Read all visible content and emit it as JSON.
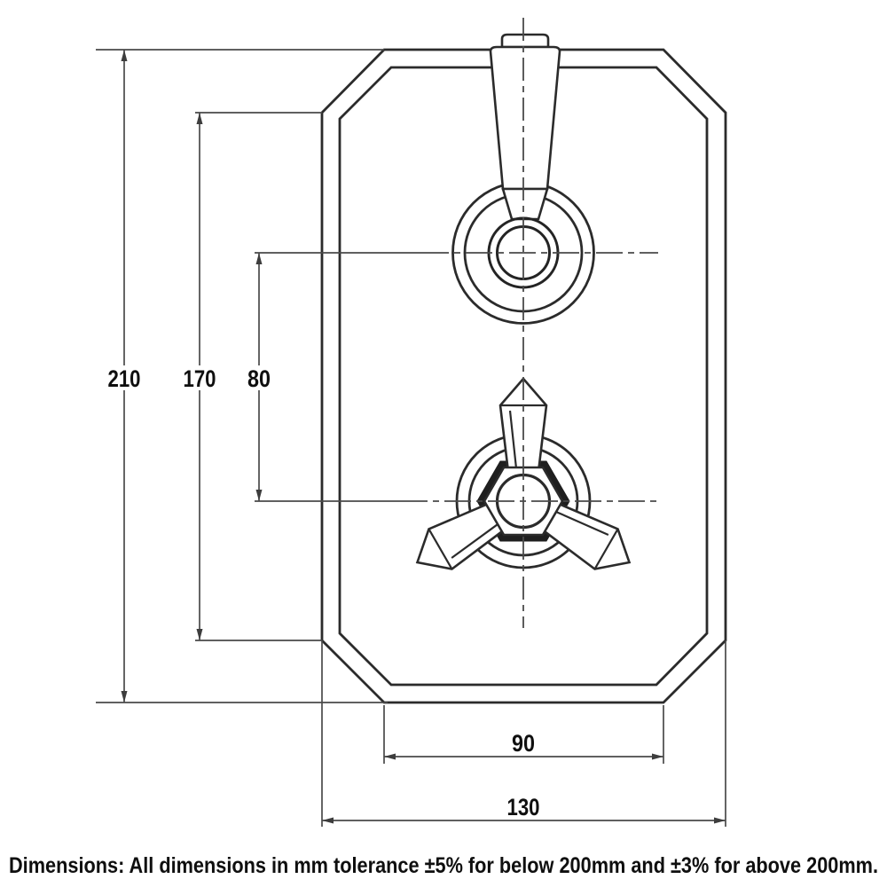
{
  "drawing": {
    "caption": "Dimensions: All dimensions in mm tolerance ±5% for below 200mm and ±3% for above 200mm.",
    "dimensions": {
      "overall_height_mm": "210",
      "body_height_mm": "170",
      "handle_spacing_mm": "80",
      "bottom_edge_width_mm": "90",
      "overall_width_mm": "130"
    },
    "colors": {
      "background": "#ffffff",
      "line": "#2b2b2b",
      "dimension_line": "#4a4a4a",
      "text": "#111111"
    }
  }
}
